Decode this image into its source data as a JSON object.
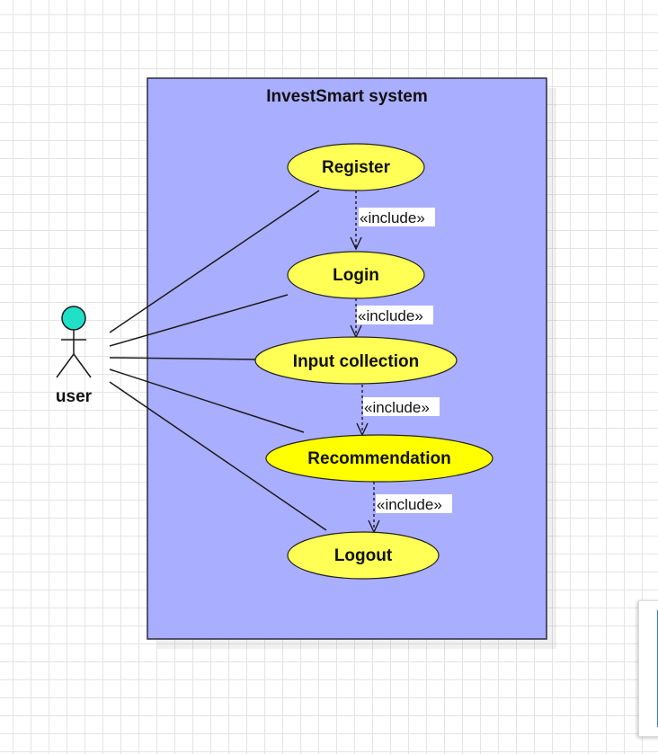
{
  "system": {
    "title": "InvestSmart system"
  },
  "actor": {
    "name": "user"
  },
  "use_cases": [
    {
      "id": "register",
      "label": "Register"
    },
    {
      "id": "login",
      "label": "Login"
    },
    {
      "id": "input-collection",
      "label": "Input collection"
    },
    {
      "id": "recommendation",
      "label": "Recommendation"
    },
    {
      "id": "logout",
      "label": "Logout"
    }
  ],
  "relationships": [
    {
      "from": "register",
      "to": "login",
      "stereotype": "«include»"
    },
    {
      "from": "login",
      "to": "input-collection",
      "stereotype": "«include»"
    },
    {
      "from": "input-collection",
      "to": "recommendation",
      "stereotype": "«include»"
    },
    {
      "from": "recommendation",
      "to": "logout",
      "stereotype": "«include»"
    }
  ],
  "associations": [
    "register",
    "login",
    "input-collection",
    "recommendation",
    "logout"
  ],
  "colors": {
    "system_fill": "#aaaeff",
    "use_case_fill": "#ffff55",
    "use_case_highlight_fill": "#ffff00",
    "actor_head": "#20e0c8"
  }
}
